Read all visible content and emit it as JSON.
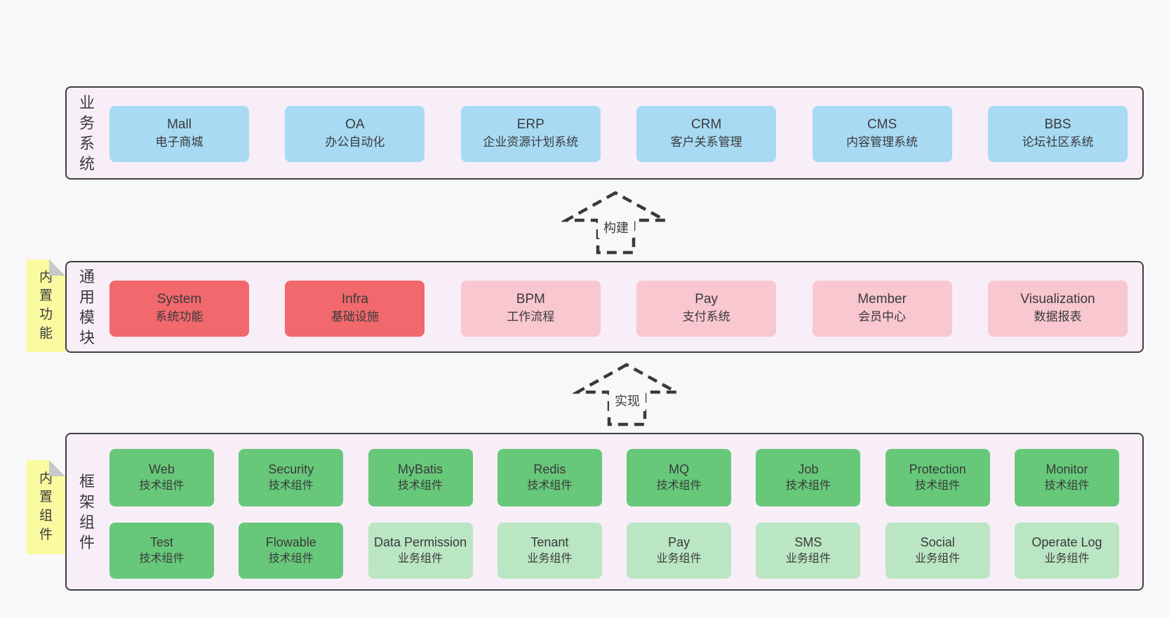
{
  "colors": {
    "page_bg": "#f8f8f8",
    "band_bg": "#f8eef7",
    "band_border": "#3f3f3f",
    "blue": "#a8daf4",
    "red": "#f1686d",
    "pink": "#f9c7d0",
    "green": "#67c87a",
    "lightgreen": "#bae6c3",
    "sticky": "#fafaa0",
    "sticky_fold": "#c8c8c8",
    "text": "#3a3a3a",
    "arrow": "#3a3a3a"
  },
  "bands": [
    {
      "label": "业务系统",
      "boxes": [
        {
          "name": "Mall",
          "desc": "电子商城",
          "type": "blue"
        },
        {
          "name": "OA",
          "desc": "办公自动化",
          "type": "blue"
        },
        {
          "name": "ERP",
          "desc": "企业资源计划系统",
          "type": "blue"
        },
        {
          "name": "CRM",
          "desc": "客户关系管理",
          "type": "blue"
        },
        {
          "name": "CMS",
          "desc": "内容管理系统",
          "type": "blue"
        },
        {
          "name": "BBS",
          "desc": "论坛社区系统",
          "type": "blue"
        }
      ]
    },
    {
      "label": "通用模块",
      "note": "内置功能",
      "boxes": [
        {
          "name": "System",
          "desc": "系统功能",
          "type": "red"
        },
        {
          "name": "Infra",
          "desc": "基础设施",
          "type": "red"
        },
        {
          "name": "BPM",
          "desc": "工作流程",
          "type": "pink"
        },
        {
          "name": "Pay",
          "desc": "支付系统",
          "type": "pink"
        },
        {
          "name": "Member",
          "desc": "会员中心",
          "type": "pink"
        },
        {
          "name": "Visualization",
          "desc": "数据报表",
          "type": "pink"
        }
      ]
    },
    {
      "label": "框架组件",
      "note": "内置组件",
      "rows": [
        [
          {
            "name": "Web",
            "desc": "技术组件",
            "type": "green"
          },
          {
            "name": "Security",
            "desc": "技术组件",
            "type": "green"
          },
          {
            "name": "MyBatis",
            "desc": "技术组件",
            "type": "green"
          },
          {
            "name": "Redis",
            "desc": "技术组件",
            "type": "green"
          },
          {
            "name": "MQ",
            "desc": "技术组件",
            "type": "green"
          },
          {
            "name": "Job",
            "desc": "技术组件",
            "type": "green"
          },
          {
            "name": "Protection",
            "desc": "技术组件",
            "type": "green"
          },
          {
            "name": "Monitor",
            "desc": "技术组件",
            "type": "green"
          }
        ],
        [
          {
            "name": "Test",
            "desc": "技术组件",
            "type": "green"
          },
          {
            "name": "Flowable",
            "desc": "技术组件",
            "type": "green"
          },
          {
            "name": "Data Permission",
            "desc": "业务组件",
            "type": "lightgreen"
          },
          {
            "name": "Tenant",
            "desc": "业务组件",
            "type": "lightgreen"
          },
          {
            "name": "Pay",
            "desc": "业务组件",
            "type": "lightgreen"
          },
          {
            "name": "SMS",
            "desc": "业务组件",
            "type": "lightgreen"
          },
          {
            "name": "Social",
            "desc": "业务组件",
            "type": "lightgreen"
          },
          {
            "name": "Operate Log",
            "desc": "业务组件",
            "type": "lightgreen"
          }
        ]
      ]
    }
  ],
  "arrows": [
    {
      "label": "构建"
    },
    {
      "label": "实现"
    }
  ]
}
